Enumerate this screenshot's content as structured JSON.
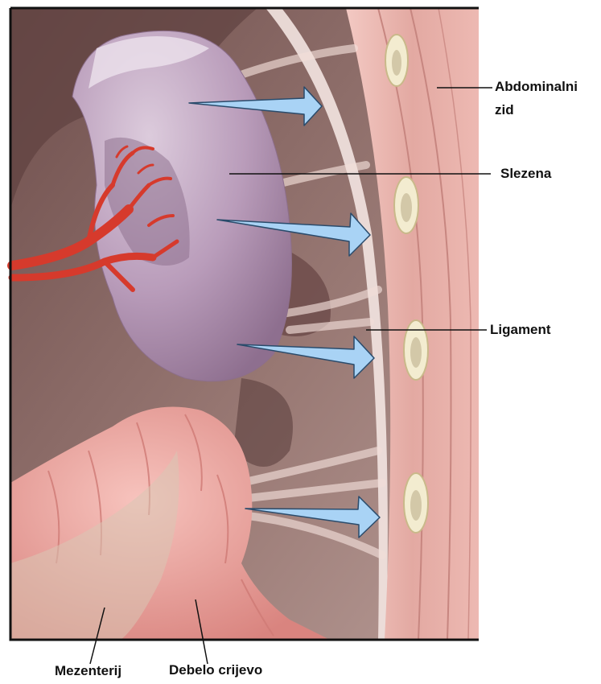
{
  "labels": {
    "abdominal_wall_line1": "Abdominalni",
    "abdominal_wall_line2": "zid",
    "spleen": "Slezena",
    "ligament": "Ligament",
    "mesentery": "Mezenterij",
    "colon": "Debelo crijevo"
  },
  "colors": {
    "frame": "#111111",
    "background_tissue": "#7a5a58",
    "cavity": "#9c7b77",
    "abdominal_wall": "#e8b2ac",
    "spleen": "#b79ab8",
    "spleen_highlight": "#d9c7d8",
    "blood_vessel": "#d63a2c",
    "colon": "#eea5a0",
    "arrow_fill": "#a9d3f5",
    "arrow_stroke": "#2a4b6b",
    "ligament_strand": "#f2ded9"
  }
}
